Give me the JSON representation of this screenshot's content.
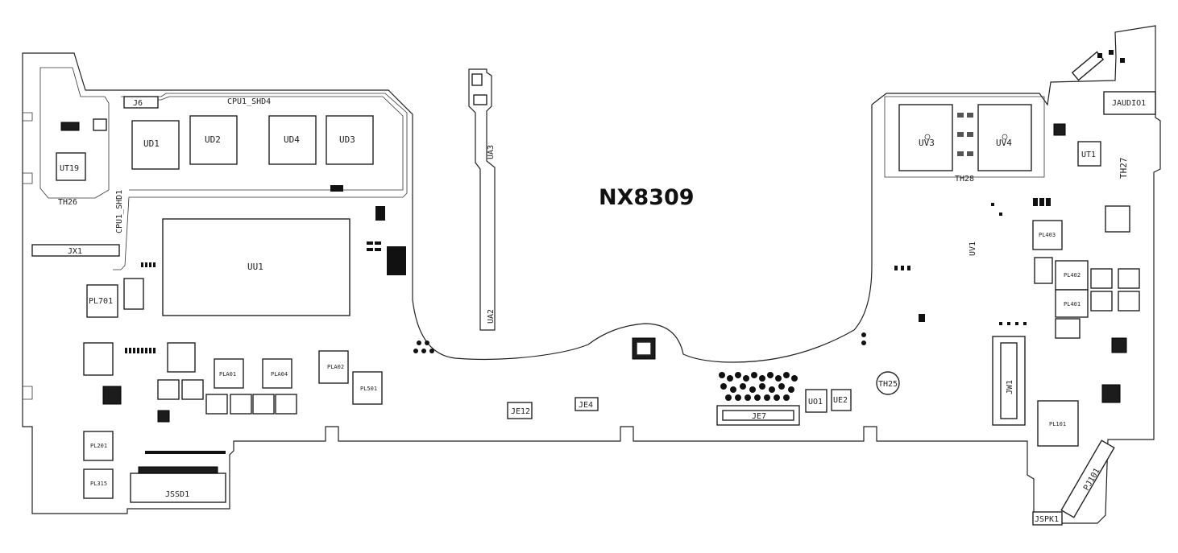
{
  "board": {
    "title": "NX8309",
    "colors": {
      "outline": "#222222",
      "background": "#ffffff",
      "ink": "#111111"
    }
  },
  "labels": {
    "cpu_shd4": "CPU1_SHD4",
    "cpu_shd1": "CPU1_SHD1",
    "j6": "J6",
    "ud1": "UD1",
    "ud2": "UD2",
    "ud4": "UD4",
    "ud3": "UD3",
    "uu1": "UU1",
    "jx1": "JX1",
    "pl701": "PL701",
    "ut19": "UT19",
    "th26": "TH26",
    "jssd1": "JSSD1",
    "pl201": "PL201",
    "pl315": "PL315",
    "ua3": "UA3",
    "ua2": "UA2",
    "je12": "JE12",
    "je4": "JE4",
    "je7": "JE7",
    "uo1": "UO1",
    "ue2": "UE2",
    "th25": "TH25",
    "uv3": "UV3",
    "uv4": "UV4",
    "th28": "TH28",
    "ut1": "UT1",
    "th27": "TH27",
    "jaudio1": "JAUDIO1",
    "uv1": "UV1",
    "jw1": "JW1",
    "pl101": "PL101",
    "pj101": "PJ101",
    "jspk1": "JSPK1",
    "pla01": "PLA01",
    "pla04": "PLA04",
    "pla02": "PLA02",
    "pl501": "PL501",
    "pl403": "PL403",
    "pl402": "PL402",
    "pl401": "PL401"
  }
}
